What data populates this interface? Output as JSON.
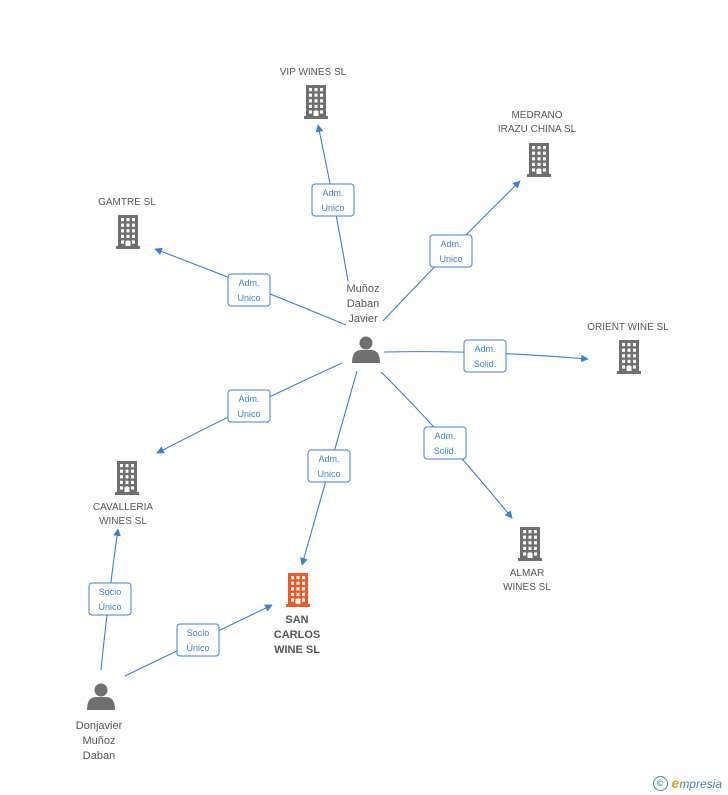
{
  "colors": {
    "edge": "#3b7fd0",
    "company": "#6f6f6f",
    "company_highlight": "#f05a28",
    "person": "#6f6f6f"
  },
  "nodes": [
    {
      "id": "vip",
      "type": "company",
      "lines": [
        "VIP WINES SL"
      ]
    },
    {
      "id": "medrano",
      "type": "company",
      "lines": [
        "MEDRANO",
        "IRAZU CHINA  SL"
      ]
    },
    {
      "id": "gamtre",
      "type": "company",
      "lines": [
        "GAMTRE SL"
      ]
    },
    {
      "id": "orient",
      "type": "company",
      "lines": [
        "ORIENT WINE  SL"
      ]
    },
    {
      "id": "cavalleria",
      "type": "company",
      "lines": [
        "CAVALLERIA",
        "WINES SL"
      ]
    },
    {
      "id": "almar",
      "type": "company",
      "lines": [
        "ALMAR",
        "WINES SL"
      ]
    },
    {
      "id": "sancarlos",
      "type": "company",
      "highlight": true,
      "lines": [
        "SAN",
        "CARLOS",
        "WINE  SL"
      ]
    },
    {
      "id": "munoz",
      "type": "person",
      "lines": [
        "Muñoz",
        "Daban",
        "Javier"
      ]
    },
    {
      "id": "donjavier",
      "type": "person",
      "lines": [
        "Donjavier",
        "Muñoz",
        "Daban"
      ]
    }
  ],
  "edges": [
    {
      "from": "munoz",
      "to": "vip",
      "label": [
        "Adm.",
        "Unico"
      ]
    },
    {
      "from": "munoz",
      "to": "medrano",
      "label": [
        "Adm.",
        "Unico"
      ]
    },
    {
      "from": "munoz",
      "to": "gamtre",
      "label": [
        "Adm.",
        "Unico"
      ]
    },
    {
      "from": "munoz",
      "to": "orient",
      "label": [
        "Adm.",
        "Solid."
      ]
    },
    {
      "from": "munoz",
      "to": "cavalleria",
      "label": [
        "Adm.",
        "Unico"
      ]
    },
    {
      "from": "munoz",
      "to": "almar",
      "label": [
        "Adm.",
        "Solid."
      ]
    },
    {
      "from": "munoz",
      "to": "sancarlos",
      "label": [
        "Adm.",
        "Unico"
      ]
    },
    {
      "from": "donjavier",
      "to": "cavalleria",
      "label": [
        "Socio",
        "Único"
      ]
    },
    {
      "from": "donjavier",
      "to": "sancarlos",
      "label": [
        "Socio",
        "Único"
      ]
    }
  ],
  "footer": {
    "copyright_symbol": "©",
    "brand_initial": "e",
    "brand_rest": "mpresia"
  }
}
